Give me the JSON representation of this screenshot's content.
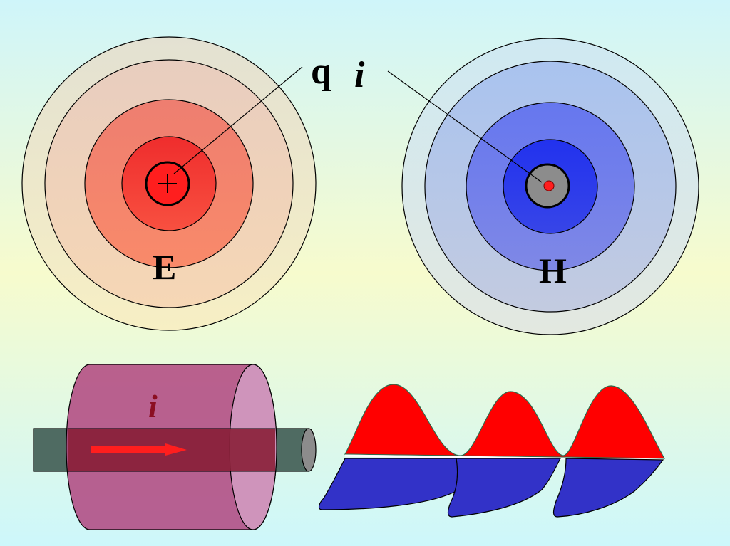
{
  "labels": {
    "charge": "q",
    "current_top": "i",
    "electric_field": "E",
    "magnetic_field": "H",
    "current_conductor": "i"
  },
  "colors": {
    "background_top": "#cff5fa",
    "background_mid": "#f7fbcd",
    "background_bottom": "#cdf7fb",
    "electric_core": "#ff1e1e",
    "electric_outer": "#f9dcc4",
    "magnetic_core": "#1e2cf0",
    "magnetic_outer": "#d3e8f0",
    "wire_gray": "#8c8c8c",
    "cylinder": "#b5548a",
    "rod": "#4f6b62",
    "current_label": "#8b0f22",
    "wave_top": "#ff0000",
    "wave_bottom": "#3232c8"
  },
  "icons": {
    "charge_symbol": "plus-in-circle",
    "current_arrow": "arrow-right"
  }
}
